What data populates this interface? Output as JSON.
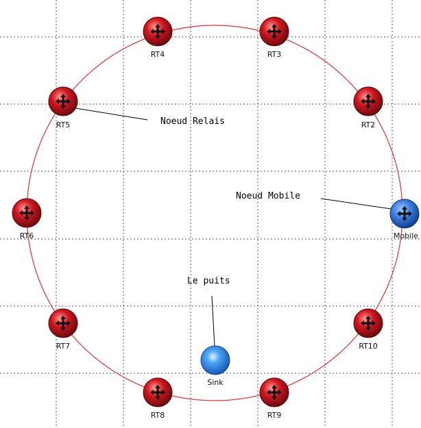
{
  "colors": {
    "grid": "#555555",
    "ring": "#e8302c",
    "router_fill": "#c8141e",
    "router_dark": "#6e0a0e",
    "router_light": "#ff8a80",
    "mobile_fill": "#3a7be0",
    "mobile_dark": "#123f8f",
    "sink_fill": "#2f86e6",
    "sink_light": "#d8f0ff",
    "annotation_line": "#000000"
  },
  "nodes": {
    "rt2": "RT2",
    "rt3": "RT3",
    "rt4": "RT4",
    "rt5": "RT5",
    "rt6": "RT6",
    "rt7": "RT7",
    "rt8": "RT8",
    "rt9": "RT9",
    "rt10": "RT10",
    "mobile": "Mobile",
    "sink": "Sink"
  },
  "annotations": {
    "relay": "Noeud Relais",
    "mobile": "Noeud Mobile",
    "sink": "Le puits"
  },
  "icons": {
    "router": "router-arrows-icon",
    "mobile": "mobile-node-icon",
    "sink": "sink-sphere-icon"
  }
}
